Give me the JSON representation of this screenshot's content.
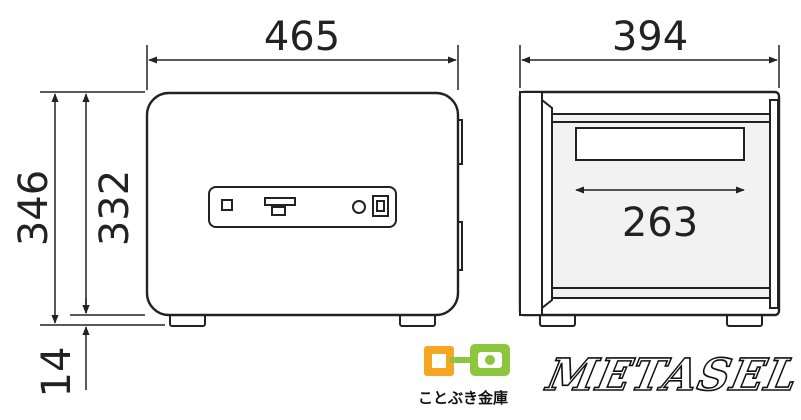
{
  "dimensions": {
    "front_width": "465",
    "side_depth": "394",
    "interior_depth": "263",
    "total_height": "346",
    "body_height": "332",
    "foot_height": "14"
  },
  "brand": {
    "logo_text_jp": "ことぶき金庫",
    "wordmark": "METASEL",
    "logo_colors": {
      "orange": "#f5a623",
      "green": "#8cc63f"
    }
  },
  "colors": {
    "line": "#222222",
    "panel": "#ffffff",
    "inner": "#f2f2f2"
  }
}
